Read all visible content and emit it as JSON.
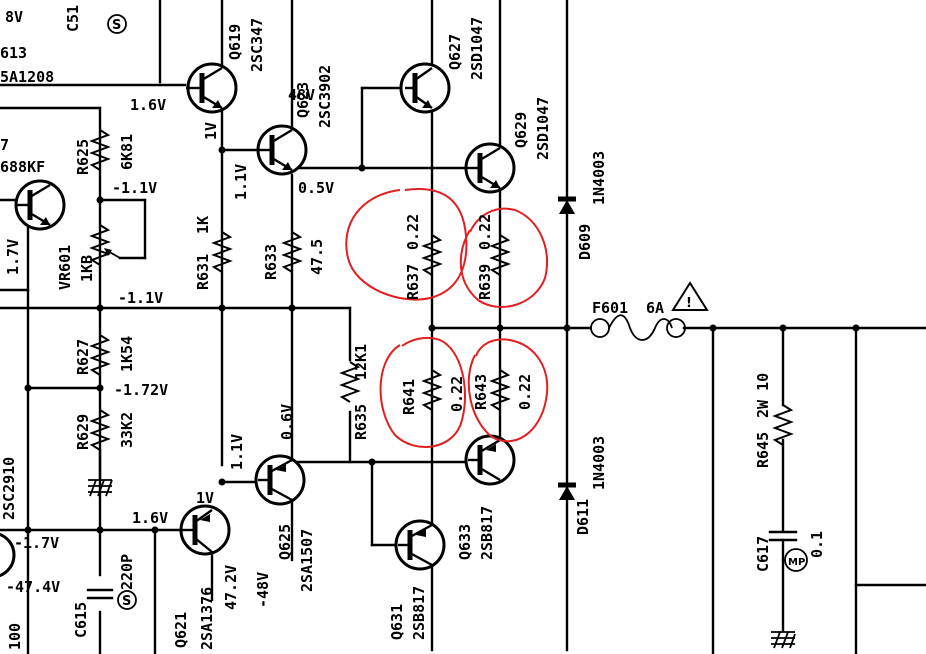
{
  "labels": {
    "top_8v": "8V",
    "top_c51": "C51",
    "top_613": "613",
    "top_a1208": "5A1208",
    "top_s_mark": "S",
    "q619": "Q619",
    "q619_part": "2SC347",
    "q623": "Q623",
    "q623_part": "2SC3902",
    "v48": "48V",
    "q627": "Q627",
    "q627_part": "2SD1047",
    "q629": "Q629",
    "q629_part": "2SD1047",
    "d609": "D609",
    "d609_part": "1N4003",
    "v1_6_top": "1.6V",
    "v1v_top": "1V",
    "v1_1_a": "1.1V",
    "v0_5": "0.5V",
    "r625": "R625",
    "r625_val": "6K81",
    "v_neg1_1_top": "-1.1V",
    "q617_frag": "7",
    "q617_part_frag": "688KF",
    "v1_7": "1.7V",
    "vr601": "VR601",
    "vr601_val": "1KB",
    "v_neg1_1_mid": "-1.1V",
    "r631": "R631",
    "r631_val": "1K",
    "r633": "R633",
    "r633_val": "47.5",
    "r637": "R637",
    "r637_val": "0.22",
    "r639": "R639",
    "r639_val": "0.22",
    "f601": "F601",
    "f601_val": "6A",
    "warning_mark": "!",
    "r627": "R627",
    "r627_val": "1K54",
    "v_neg1_72": "-1.72V",
    "r635": "R635",
    "r635_val": "12K1",
    "r641": "R641",
    "r641_val": "0.22",
    "r643": "R643",
    "r643_val": "0.22",
    "r629": "R629",
    "r629_val": "33K2",
    "v1_1_b": "1.1V",
    "v0_6": "0.6V",
    "d611": "D611",
    "d611_part": "1N4003",
    "r645": "R645",
    "r645_val": "2W 10",
    "q_left_part": "2SC2910",
    "v1v_bot": "1V",
    "v1_6_bot": "1.6V",
    "v_neg1_7": "-1.7V",
    "v_neg47_4": "-47.4V",
    "c615": "C615",
    "c615_val": "220P",
    "c615_s": "S",
    "left_100": "100",
    "q621": "Q621",
    "q621_part": "2SA1376",
    "v47_2": "47.2V",
    "v_neg48": "-48V",
    "q625": "Q625",
    "q625_part": "2SA1507",
    "q631": "Q631",
    "q631_part": "2SB817",
    "q633": "Q633",
    "q633_part": "2SB817",
    "c617": "C617",
    "c617_val": "0.1",
    "c617_mark": "MP"
  },
  "colors": {
    "ink": "#000000",
    "annotation": "#e02020",
    "paper": "#ffffff"
  }
}
